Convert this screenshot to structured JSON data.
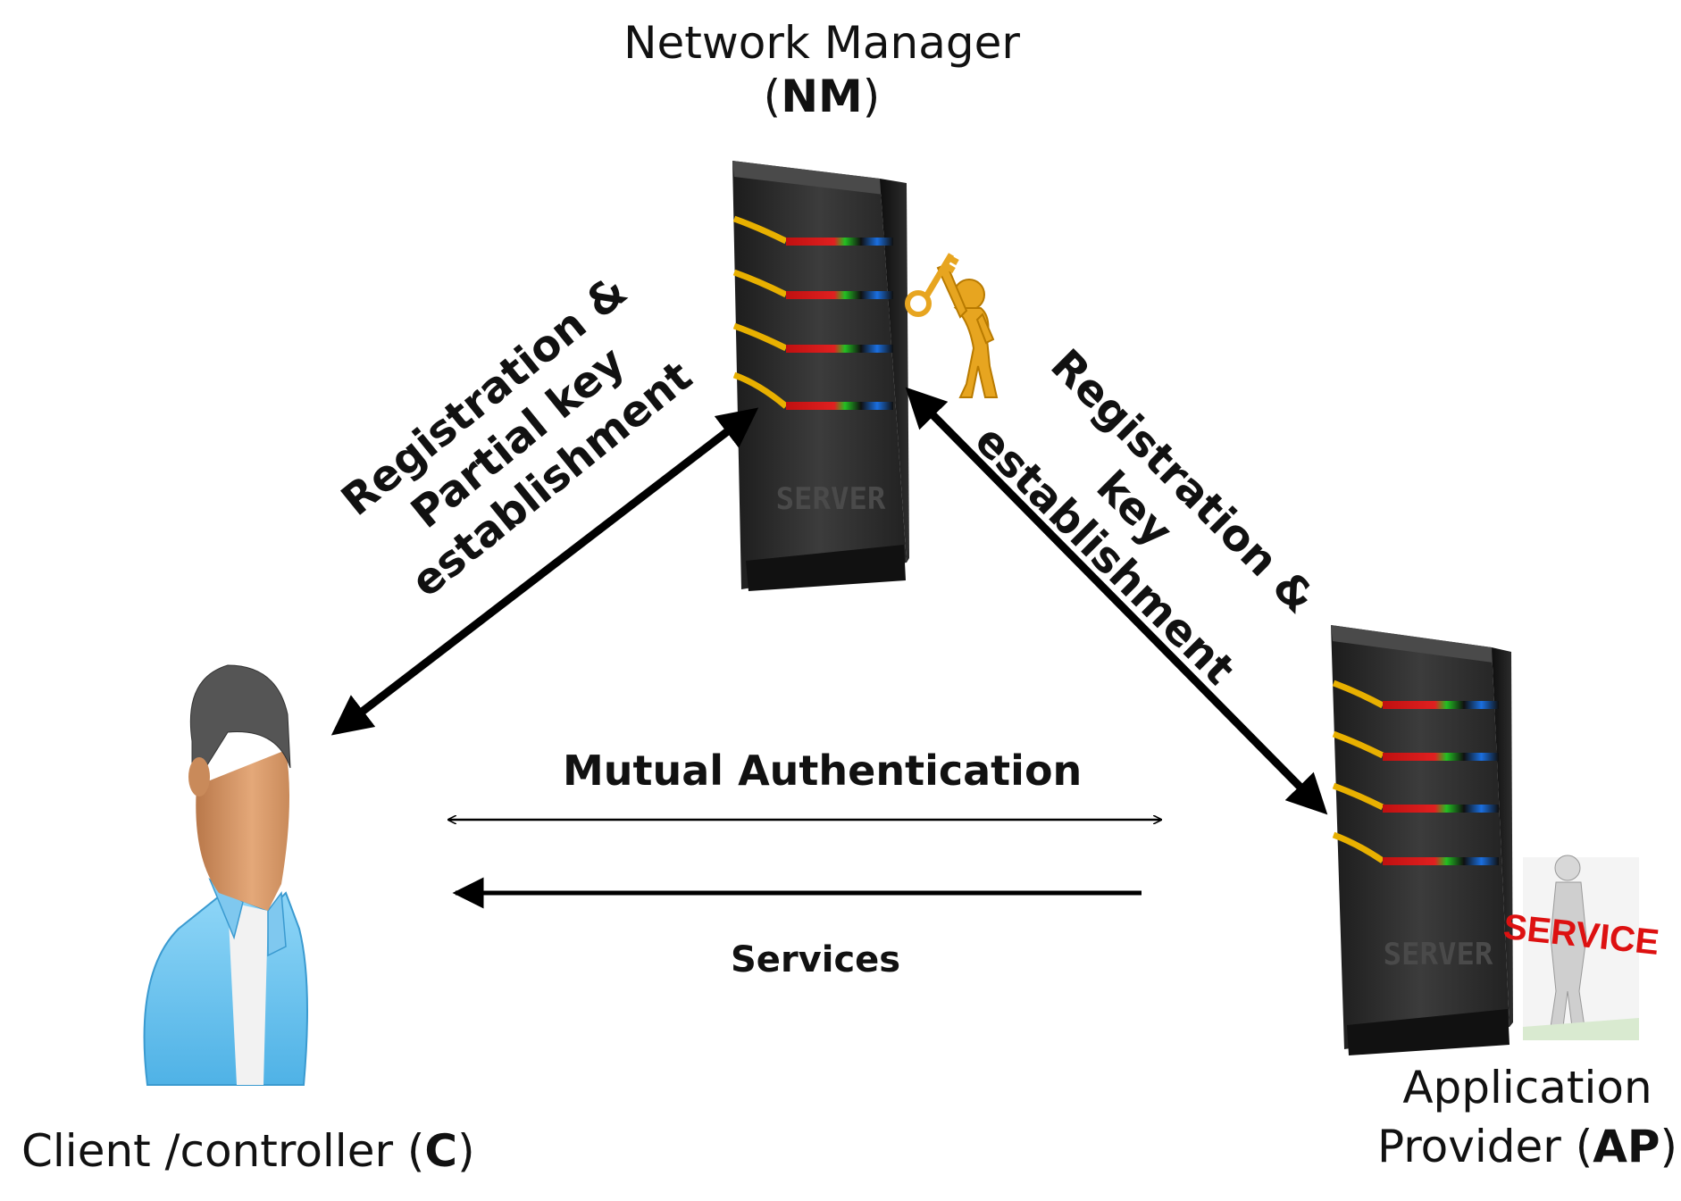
{
  "network_manager": {
    "name": "Network Manager",
    "abbr_open": "(",
    "abbr": "NM",
    "abbr_close": ")"
  },
  "client": {
    "name": "Client /controller (",
    "abbr": "C",
    "abbr_close": ")"
  },
  "application_provider": {
    "line1": "Application",
    "line2": "Provider (",
    "abbr": "AP",
    "abbr_close": ")"
  },
  "edges": {
    "client_nm": {
      "line1": "Registration &",
      "line2": "Partial key",
      "line3": "establishment"
    },
    "nm_ap": {
      "line1": "Registration &",
      "line2": "key",
      "line3": "establishment"
    },
    "mutual": "Mutual Authentication",
    "services": "Services"
  },
  "server_badge": "SERVER",
  "service_sign": "SERVICE",
  "colors": {
    "arrow": "#000000",
    "shirt": "#6cc4ee",
    "skin": "#d99a6a",
    "hair": "#555555",
    "server": "#2a2a2a",
    "key_figure": "#e7a520",
    "service_red": "#dd1111"
  }
}
